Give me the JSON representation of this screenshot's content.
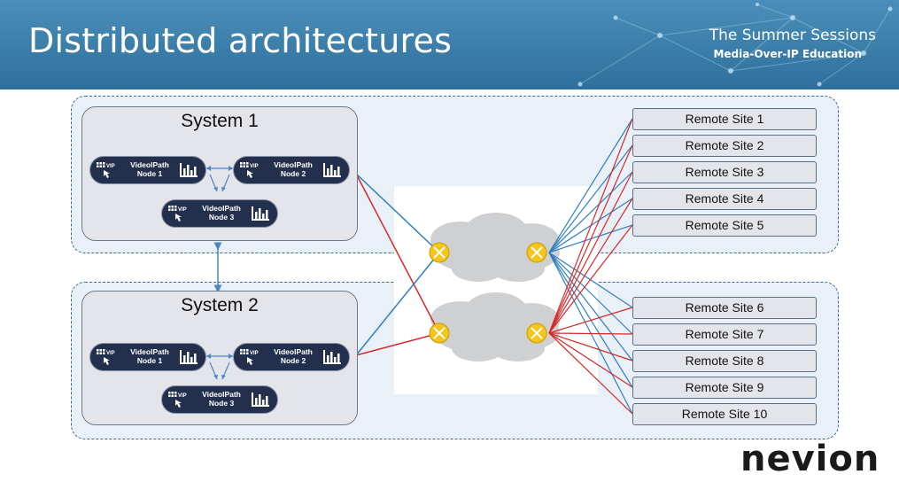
{
  "header": {
    "title": "Distributed architectures",
    "brand_line1": "The Summer Sessions",
    "brand_line2": "Media-Over-IP Education"
  },
  "systems": [
    {
      "title": "System 1",
      "nodes": [
        {
          "badge": "VIP",
          "line1": "VideoIPath",
          "line2": "Node 1"
        },
        {
          "badge": "VIP",
          "line1": "VideoIPath",
          "line2": "Node 2"
        },
        {
          "badge": "VIP",
          "line1": "VideoIPath",
          "line2": "Node 3"
        }
      ]
    },
    {
      "title": "System 2",
      "nodes": [
        {
          "badge": "VIP",
          "line1": "VideoIPath",
          "line2": "Node 1"
        },
        {
          "badge": "VIP",
          "line1": "VideoIPath",
          "line2": "Node 2"
        },
        {
          "badge": "VIP",
          "line1": "VideoIPath",
          "line2": "Node 3"
        }
      ]
    }
  ],
  "remote_sites": [
    "Remote Site 1",
    "Remote Site 2",
    "Remote Site 3",
    "Remote Site 4",
    "Remote Site 5",
    "Remote Site 6",
    "Remote Site 7",
    "Remote Site 8",
    "Remote Site 9",
    "Remote Site 10"
  ],
  "colors": {
    "header_blue": "#3a7aa8",
    "link_blue": "#2f7fc0",
    "link_red": "#d42a2a",
    "router_yellow": "#f5c518",
    "node_navy": "#23304d"
  },
  "icons": [
    "network-mesh-icon",
    "vip-grid-icon",
    "pointer-hand-icon",
    "bar-meter-icon",
    "cloud-icon",
    "router-icon"
  ],
  "logo": "nevion"
}
